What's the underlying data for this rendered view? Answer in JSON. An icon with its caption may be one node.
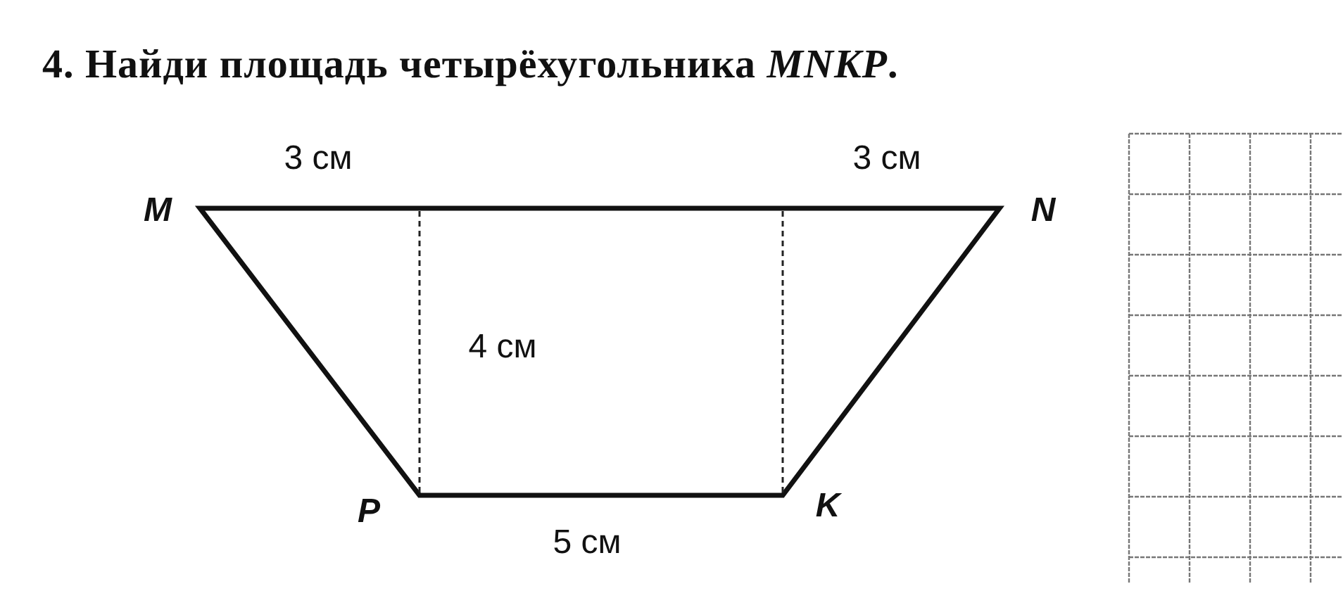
{
  "diagram": {
    "title": "4. Найди площадь четырёхугольника *MNKP*.",
    "labels": [
      "3 см",
      "3 см",
      "M",
      "N",
      "4 см",
      "P",
      "K",
      "5 см"
    ]
  }
}
